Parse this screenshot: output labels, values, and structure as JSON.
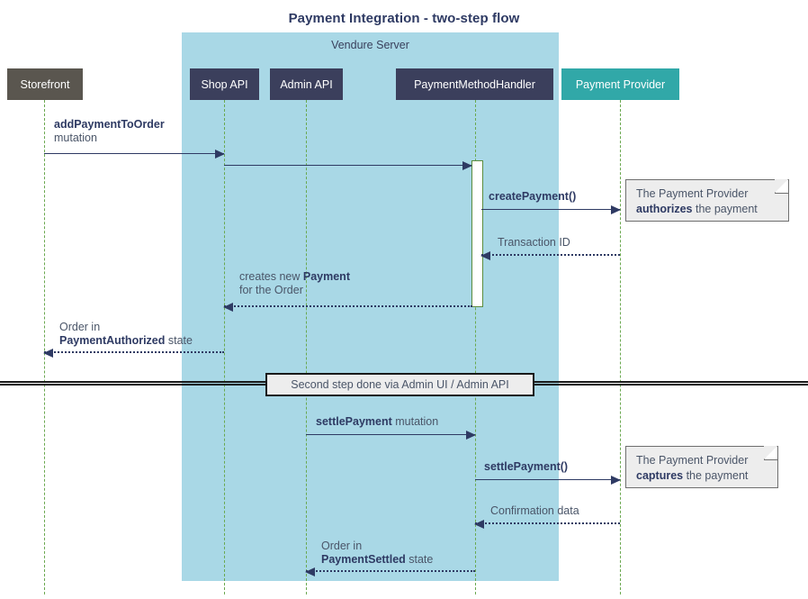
{
  "diagram": {
    "title": "Payment Integration - two-step flow",
    "group": {
      "label": "Vendure Server",
      "color": "#a9d8e6"
    },
    "colors": {
      "actor_external": "#5a564f",
      "actor_internal": "#3b3f5c",
      "actor_provider": "#31a8a8",
      "arrow": "#2e3a63",
      "lifeline": "#6aa84f",
      "note_bg": "#ededed",
      "text": "#4a5568"
    },
    "participants": [
      {
        "name": "Storefront",
        "kind": "external"
      },
      {
        "name": "Shop API",
        "kind": "internal"
      },
      {
        "name": "Admin API",
        "kind": "internal"
      },
      {
        "name": "PaymentMethodHandler",
        "kind": "internal"
      },
      {
        "name": "Payment Provider",
        "kind": "provider"
      }
    ],
    "messages": [
      {
        "id": "m1",
        "from": "Storefront",
        "to": "Shop API",
        "style": "solid",
        "label_line1": "addPaymentToOrder",
        "label_line1_bold": true,
        "label_line2": "mutation"
      },
      {
        "id": "m2",
        "from": "Shop API",
        "to": "PaymentMethodHandler",
        "style": "solid",
        "label_line1": "",
        "label_line2": ""
      },
      {
        "id": "m3",
        "from": "PaymentMethodHandler",
        "to": "Payment Provider",
        "style": "solid",
        "label_line1": "createPayment()",
        "label_line1_bold": true
      },
      {
        "id": "m4",
        "from": "Payment Provider",
        "to": "PaymentMethodHandler",
        "style": "dotted",
        "label_line1": "Transaction ID"
      },
      {
        "id": "m5",
        "from": "PaymentMethodHandler",
        "to": "Shop API",
        "style": "dotted",
        "label_line1": "creates new Payment",
        "label_line2": "for the Order"
      },
      {
        "id": "m6",
        "from": "Shop API",
        "to": "Storefront",
        "style": "dotted",
        "label_line1": "Order in",
        "label_line2": "PaymentAuthorized state"
      },
      {
        "id": "m7",
        "from": "Admin API",
        "to": "PaymentMethodHandler",
        "style": "solid",
        "label_line1": "settlePayment mutation"
      },
      {
        "id": "m8",
        "from": "PaymentMethodHandler",
        "to": "Payment Provider",
        "style": "solid",
        "label_line1": "settlePayment()"
      },
      {
        "id": "m9",
        "from": "Payment Provider",
        "to": "PaymentMethodHandler",
        "style": "dotted",
        "label_line1": "Confirmation data"
      },
      {
        "id": "m10",
        "from": "PaymentMethodHandler",
        "to": "Admin API",
        "style": "dotted",
        "label_line1": "Order in",
        "label_line2": "PaymentSettled state"
      }
    ],
    "notes": [
      {
        "id": "note1",
        "line1": "The Payment Provider",
        "line2_bold": "authorizes",
        "line2_rest": " the payment"
      },
      {
        "id": "note2",
        "line1": "The Payment Provider",
        "line2_bold": "captures",
        "line2_rest": " the payment"
      }
    ],
    "divider": {
      "label": "Second step done via Admin UI / Admin API"
    },
    "labels": {
      "m1_bold": "addPaymentToOrder",
      "m1_plain": "mutation",
      "m3_bold": "createPayment()",
      "m4_plain": "Transaction ID",
      "m5_plain_a": "creates new ",
      "m5_bold": "Payment",
      "m5_line2": "for the Order",
      "m6_line1": "Order in",
      "m6_bold": "PaymentAuthorized",
      "m6_rest": " state",
      "m7_bold": "settlePayment",
      "m7_rest": " mutation",
      "m8_bold": "settlePayment()",
      "m9_plain": "Confirmation data",
      "m10_line1": "Order in",
      "m10_bold": "PaymentSettled",
      "m10_rest": " state"
    }
  }
}
